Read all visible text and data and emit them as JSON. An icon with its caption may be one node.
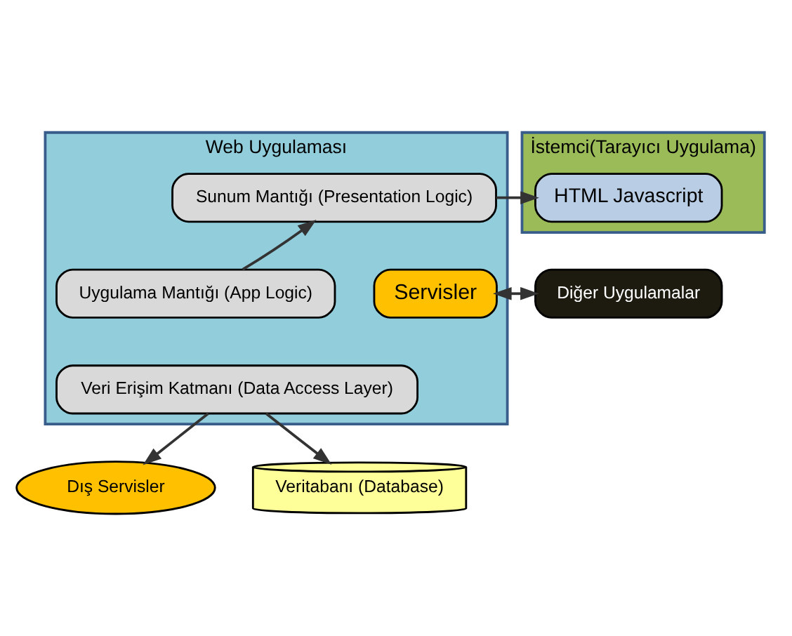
{
  "diagram": {
    "nodes": [
      {
        "text": [
          "Web Uygulaması"
        ]
      },
      {
        "text": [
          "Sunum Mantığı (Presentation Logic)"
        ],
        "in": 0
      },
      {
        "text": [
          "Uygulama Mantığı (App Logic)"
        ],
        "in": 0
      },
      {
        "text": [
          "Veri Erişim Katmanı (Data Access Layer)"
        ],
        "in": 0
      },
      {
        "text": [
          "Servisler"
        ],
        "in": 0
      },
      {
        "text": [
          "İstemci(Tarayıcı Uygulama)"
        ]
      },
      {
        "text": [
          "HTML Javascript"
        ],
        "in": 5
      },
      {
        "text": [
          "Diğer Uygulamalar"
        ]
      },
      {
        "text": [
          "Dış Servisler"
        ]
      },
      {
        "text": [
          "Veritabanı (Database)"
        ]
      }
    ],
    "edges": [
      {
        "from": 2,
        "to": 1,
        "arrow": "to"
      },
      {
        "from": 1,
        "to": 6,
        "arrow": "to"
      },
      {
        "from": 7,
        "to": 4,
        "arrow": "both"
      },
      {
        "from": 3,
        "to": 8,
        "arrow": "to"
      },
      {
        "from": 3,
        "to": 9,
        "arrow": "to"
      }
    ]
  }
}
